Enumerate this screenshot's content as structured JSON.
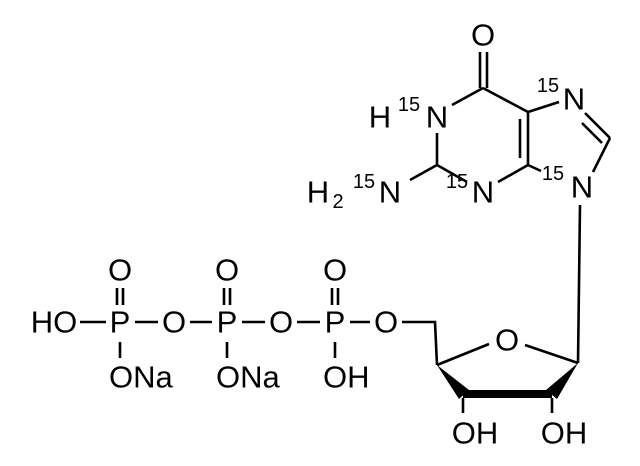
{
  "molecule": {
    "base": {
      "carbonyl_o": "O",
      "n1": {
        "h": "H",
        "isotope": "15",
        "atom": "N"
      },
      "n3": {
        "isotope": "15",
        "atom": "N"
      },
      "n7": {
        "isotope": "15",
        "atom": "N"
      },
      "n9": {
        "isotope": "15",
        "atom": "N"
      },
      "amino": {
        "h": "H",
        "sub": "2",
        "isotope": "15",
        "atom": "N"
      }
    },
    "ribose": {
      "ring_o": "O",
      "oh_3": "OH",
      "oh_2": "OH"
    },
    "phosphate": {
      "terminal_oh": "HO",
      "p1": "P",
      "p1_o": "O",
      "p1_ona": "ONa",
      "bridge_o1": "O",
      "p2": "P",
      "p2_o": "O",
      "p2_ona": "ONa",
      "bridge_o2": "O",
      "p3": "P",
      "p3_o": "O",
      "p3_oh": "OH",
      "ester_o": "O"
    }
  }
}
